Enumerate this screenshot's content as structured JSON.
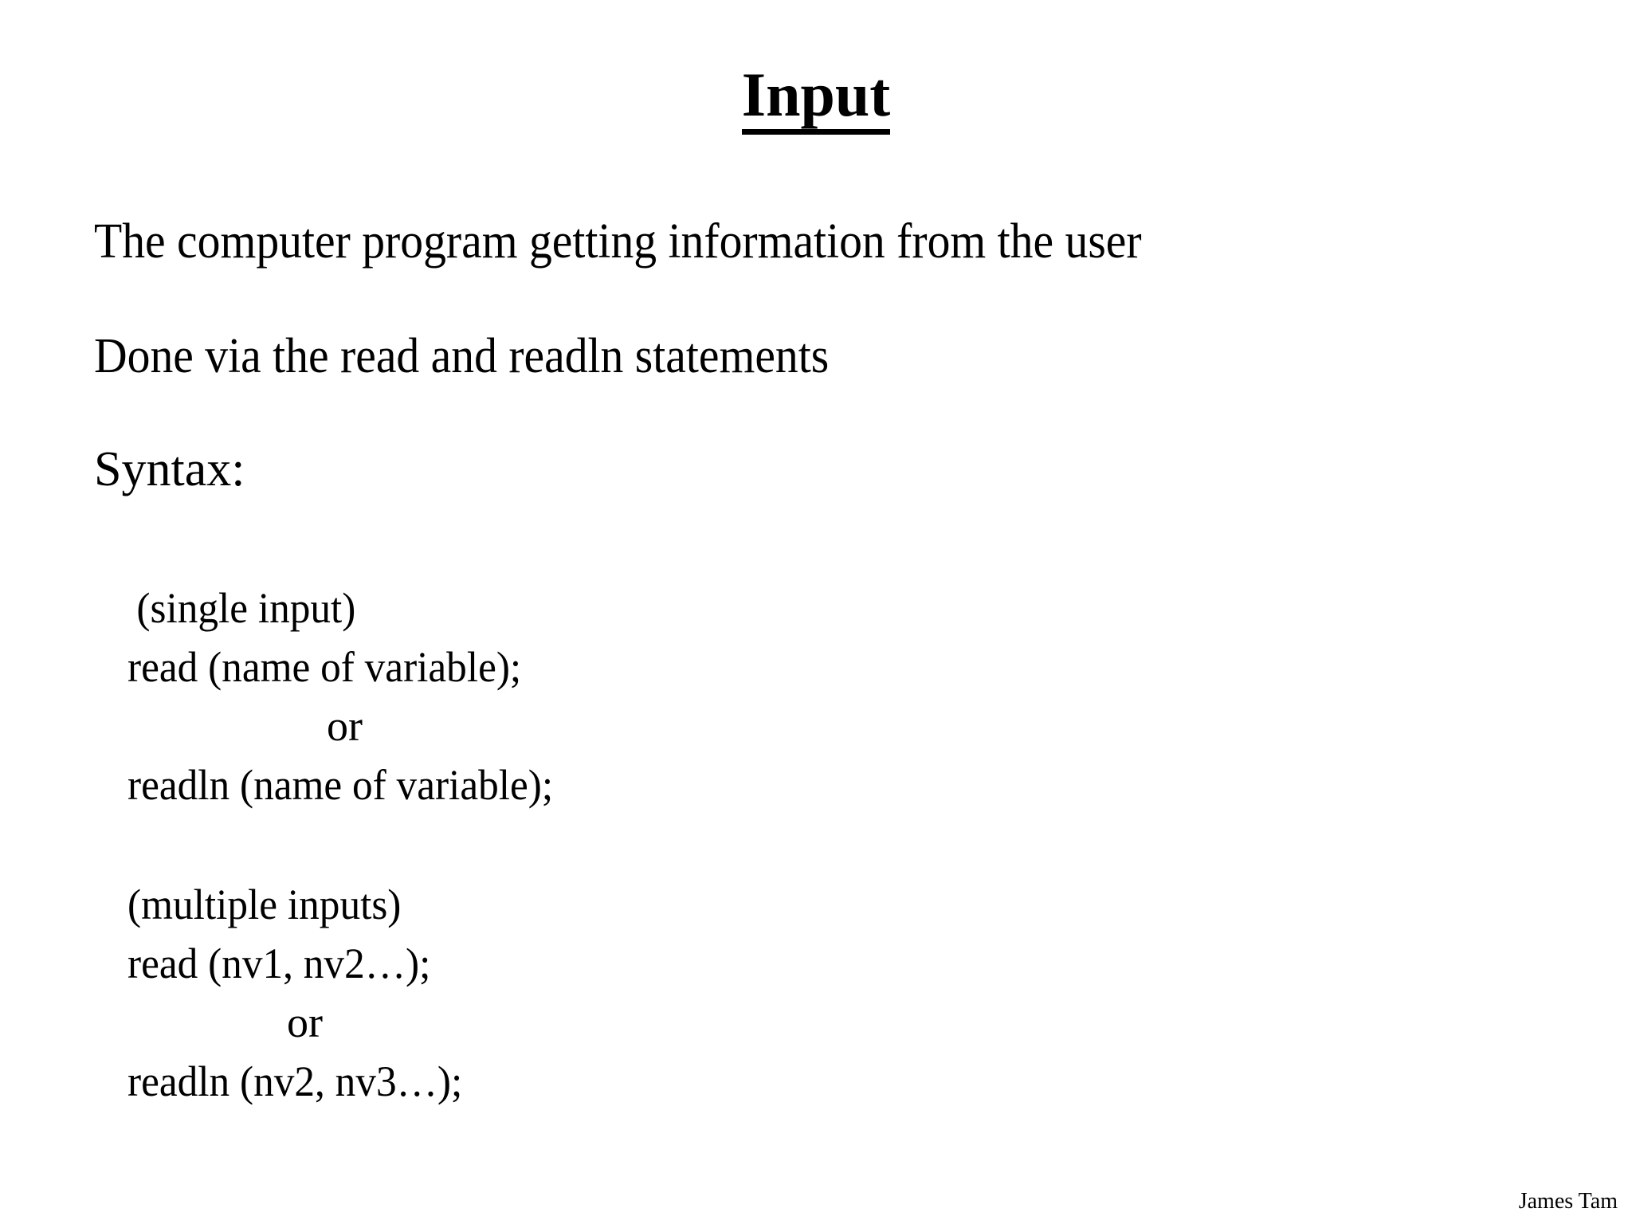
{
  "slide": {
    "title": "Input",
    "footer": "James Tam",
    "background_color": "#ffffff",
    "text_color": "#000000"
  },
  "body": {
    "lines": [
      "The computer program getting information from the user",
      "Done via the read and readln statements",
      "Syntax:"
    ]
  },
  "syntax": {
    "single": {
      "heading": "(single input)",
      "read_statement": "read (name of variable);",
      "separator": "or",
      "readln_statement": "readln (name of variable);"
    },
    "multiple": {
      "heading": "(multiple inputs)",
      "read_statement": "read (nv1, nv2…);",
      "separator": "or",
      "readln_statement": "readln (nv2, nv3…);"
    }
  }
}
